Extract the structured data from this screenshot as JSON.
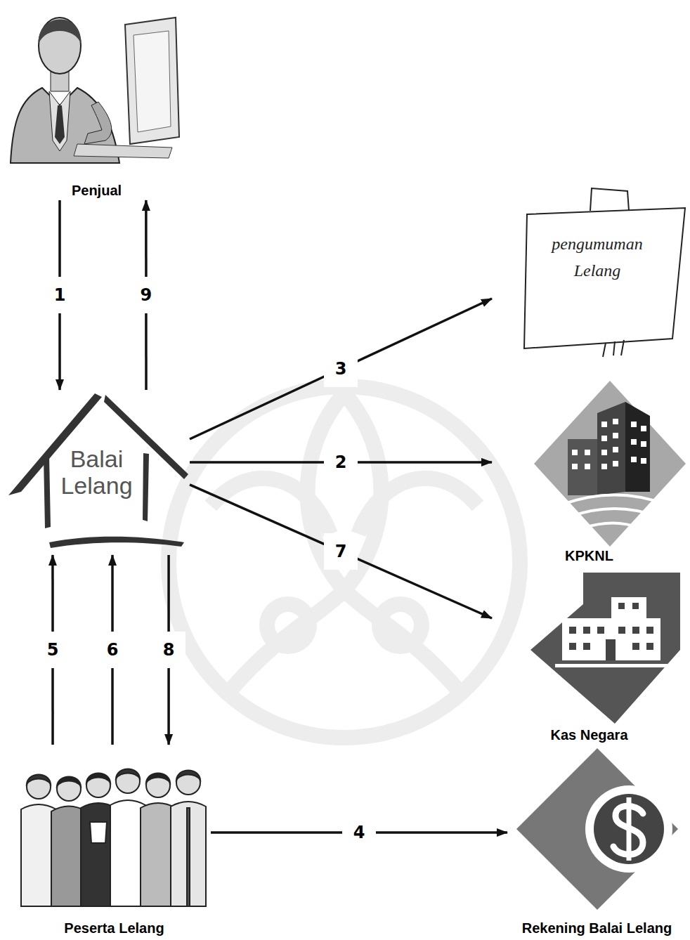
{
  "diagram": {
    "nodes": [
      {
        "text": [
          "Penjual"
        ]
      },
      {
        "text": [
          "pengumuman Lelang"
        ]
      },
      {
        "text": [
          "Balai Lelang"
        ]
      },
      {
        "text": [
          "KPKNL"
        ]
      },
      {
        "text": [
          "Kas Negara"
        ]
      },
      {
        "text": [
          "Peserta Lelang"
        ]
      },
      {
        "text": [
          "Rekening Balai Lelang"
        ]
      }
    ],
    "edges": [
      {
        "from": 0,
        "to": 2,
        "label": "1",
        "arrow": "to"
      },
      {
        "from": 2,
        "to": 0,
        "label": "9",
        "arrow": "to"
      },
      {
        "from": 2,
        "to": 1,
        "label": "3",
        "arrow": "to"
      },
      {
        "from": 2,
        "to": 3,
        "label": "2",
        "arrow": "to"
      },
      {
        "from": 2,
        "to": 4,
        "label": "7",
        "arrow": "to"
      },
      {
        "from": 5,
        "to": 2,
        "label": "5",
        "arrow": "to"
      },
      {
        "from": 5,
        "to": 2,
        "label": "6",
        "arrow": "to"
      },
      {
        "from": 2,
        "to": 5,
        "label": "8",
        "arrow": "to"
      },
      {
        "from": 5,
        "to": 6,
        "label": "4",
        "arrow": "to"
      }
    ]
  }
}
